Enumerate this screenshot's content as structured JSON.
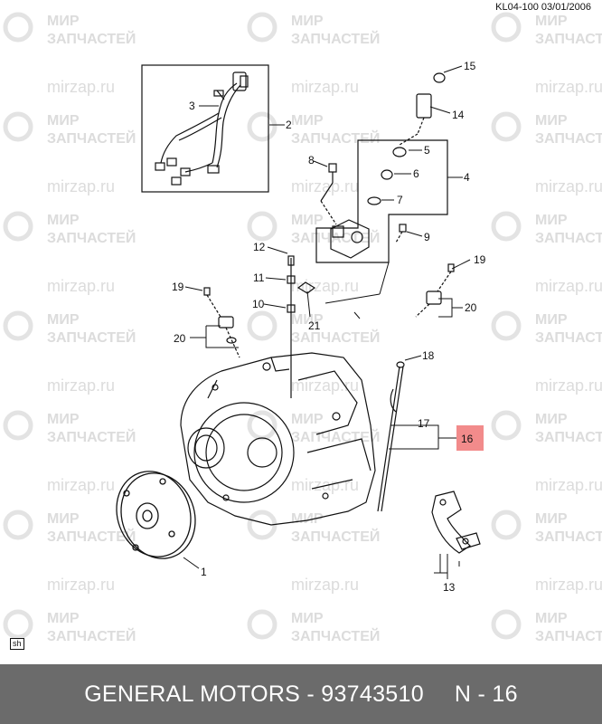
{
  "header": {
    "code": "KL04-100  03/01/2006"
  },
  "watermark": {
    "line1": "МИР",
    "line2": "ЗАПЧАСТЕЙ",
    "url": "mirzap.ru"
  },
  "callouts": [
    "1",
    "2",
    "3",
    "4",
    "5",
    "6",
    "7",
    "8",
    "9",
    "10",
    "11",
    "12",
    "13",
    "14",
    "15",
    "16",
    "17",
    "18",
    "19",
    "19",
    "20",
    "20",
    "21"
  ],
  "highlight_color": "#f28b8b",
  "badge": "sh",
  "footer": {
    "part_label": "GENERAL MOTORS - 93743510",
    "page_ref": "N - 16"
  }
}
